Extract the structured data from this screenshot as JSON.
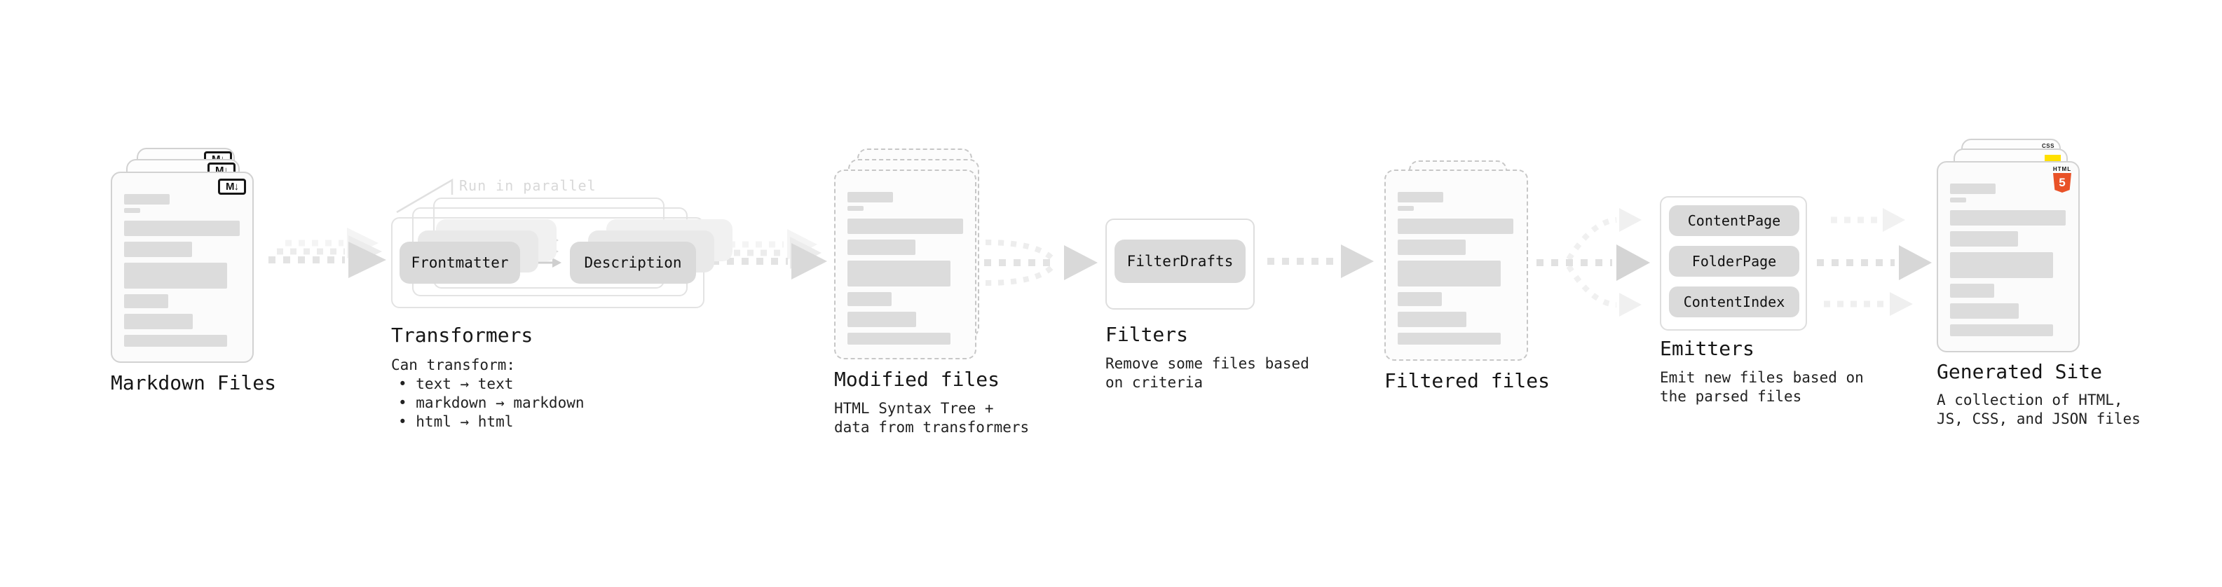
{
  "stages": {
    "markdown": {
      "label": "Markdown Files",
      "badge": "M↓"
    },
    "transformers": {
      "label": "Transformers",
      "note": "Run in parallel",
      "chips": [
        "Frontmatter",
        "Description"
      ],
      "desc": "Can transform:",
      "bullets": [
        "• text → text",
        "• markdown → markdown",
        "• html → html"
      ]
    },
    "modified": {
      "label": "Modified files",
      "desc1": "HTML Syntax Tree +",
      "desc2": "data from transformers"
    },
    "filters": {
      "label": "Filters",
      "chip": "FilterDrafts",
      "desc1": "Remove some files based",
      "desc2": "on criteria"
    },
    "filtered": {
      "label": "Filtered files"
    },
    "emitters": {
      "label": "Emitters",
      "chips": [
        "ContentPage",
        "FolderPage",
        "ContentIndex"
      ],
      "desc1": "Emit new files based on",
      "desc2": "the parsed files"
    },
    "generated": {
      "label": "Generated Site",
      "desc1": "A collection of HTML,",
      "desc2": "JS, CSS, and JSON files",
      "badges": {
        "css": "CSS",
        "html": "HTML",
        "five": "5"
      }
    }
  },
  "colors": {
    "background": "#ffffff",
    "card_border": "#d2d2d2",
    "dashed_border": "#c7c7c7",
    "card_fill": "#fbfbfb",
    "placeholder_bar": "#dcdcdc",
    "chip_fill": "#dadada",
    "outline_box_border": "#e3e3e3",
    "label_text": "#161616",
    "body_text": "#222222",
    "muted_note": "#d8d8d8",
    "arrow_dash": "#e3e3e3",
    "arrow_head": "#d9d9d9",
    "arrow_ghost": "#f0f0f0",
    "markdown_badge_border": "#161616",
    "html5_orange": "#e95228",
    "js_yellow": "#ffe000",
    "css_blue": "#1e6fe8"
  }
}
